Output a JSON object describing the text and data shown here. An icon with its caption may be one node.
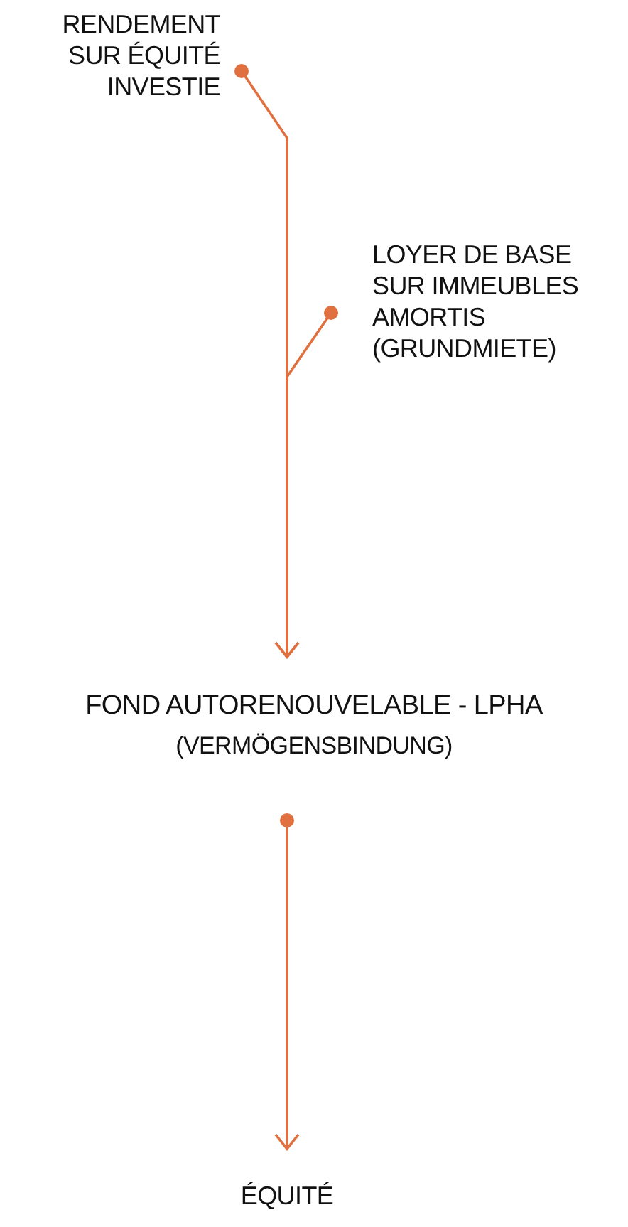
{
  "diagram": {
    "nodes": [
      {
        "text": [
          "RENDEMENT SUR ÉQUITÉ INVESTIE"
        ]
      },
      {
        "text": [
          "LOYER DE BASE SUR IMMEUBLES AMORTIS (GRUNDMIETE)"
        ]
      },
      {
        "text": [
          "FOND AUTORENOUVELABLE - LPHA",
          "(VERMÖGENSBINDUNG)"
        ]
      },
      {
        "text": [
          "ÉQUITÉ"
        ]
      }
    ],
    "edges": [
      {
        "from": 0,
        "to": 2,
        "arrow": "to"
      },
      {
        "from": 1,
        "to": 2,
        "arrow": "to"
      },
      {
        "from": 2,
        "to": 3,
        "arrow": "to"
      }
    ]
  }
}
